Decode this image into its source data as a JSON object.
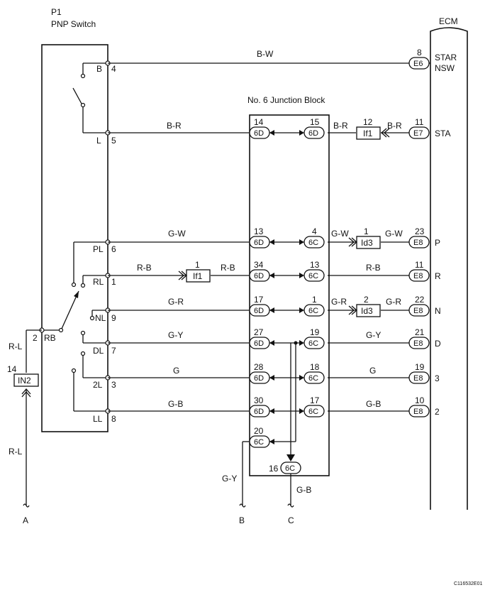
{
  "switch": {
    "id": "P1",
    "name": "PNP Switch"
  },
  "ecm": {
    "name": "ECM"
  },
  "junction_block": {
    "title": "No. 6 Junction Block"
  },
  "switch_pins": {
    "B": "B",
    "p4": "4",
    "L": "L",
    "p5": "5",
    "PL": "PL",
    "p6": "6",
    "RL": "RL",
    "p1": "1",
    "NL": "NL",
    "p9": "9",
    "DL": "DL",
    "p7": "7",
    "L2": "2L",
    "p3": "3",
    "LL": "LL",
    "p8": "8",
    "RB": "RB",
    "p2": "2"
  },
  "wires": {
    "bw": "B-W",
    "br": "B-R",
    "br2": "B-R",
    "br3": "B-R",
    "gw": "G-W",
    "gw2": "G-W",
    "gw3": "G-W",
    "rb": "R-B",
    "rb2": "R-B",
    "rb3": "R-B",
    "gr": "G-R",
    "gr2": "G-R",
    "gr3": "G-R",
    "gy": "G-Y",
    "gy2": "G-Y",
    "gy3": "G-Y",
    "g": "G",
    "g2": "G",
    "gb": "G-B",
    "gb2": "G-B",
    "gb3": "G-B",
    "rl": "R-L",
    "rl2": "R-L"
  },
  "jb_left": [
    {
      "pin": "14",
      "conn": "6D"
    },
    {
      "pin": "13",
      "conn": "6D"
    },
    {
      "pin": "34",
      "conn": "6D"
    },
    {
      "pin": "17",
      "conn": "6D"
    },
    {
      "pin": "27",
      "conn": "6D"
    },
    {
      "pin": "28",
      "conn": "6D"
    },
    {
      "pin": "30",
      "conn": "6D"
    },
    {
      "pin": "20",
      "conn": "6C"
    }
  ],
  "jb_right": [
    {
      "pin": "15",
      "conn": "6D"
    },
    {
      "pin": "4",
      "conn": "6C"
    },
    {
      "pin": "13",
      "conn": "6C"
    },
    {
      "pin": "1",
      "conn": "6C"
    },
    {
      "pin": "19",
      "conn": "6C"
    },
    {
      "pin": "18",
      "conn": "6C"
    },
    {
      "pin": "17",
      "conn": "6C"
    }
  ],
  "jb_bottom": {
    "pin": "16",
    "conn": "6C"
  },
  "inline": {
    "if1_top": {
      "pin": "12",
      "label": "If1"
    },
    "if1_mid": {
      "pin": "1",
      "label": "If1"
    },
    "id3_p": {
      "pin": "1",
      "label": "Id3"
    },
    "id3_n": {
      "pin": "2",
      "label": "Id3"
    },
    "in2": {
      "pin": "14",
      "label": "IN2"
    }
  },
  "ecm_pins": [
    {
      "pin": "8",
      "conn": "E6",
      "signal1": "STAR",
      "signal2": "NSW"
    },
    {
      "pin": "11",
      "conn": "E7",
      "signal1": "STA"
    },
    {
      "pin": "23",
      "conn": "E8",
      "signal1": "P"
    },
    {
      "pin": "11",
      "conn": "E8",
      "signal1": "R"
    },
    {
      "pin": "22",
      "conn": "E8",
      "signal1": "N"
    },
    {
      "pin": "21",
      "conn": "E8",
      "signal1": "D"
    },
    {
      "pin": "19",
      "conn": "E8",
      "signal1": "3"
    },
    {
      "pin": "10",
      "conn": "E8",
      "signal1": "2"
    }
  ],
  "offpage": {
    "a": "A",
    "b": "B",
    "c": "C"
  },
  "figure_code": "C116532E01"
}
